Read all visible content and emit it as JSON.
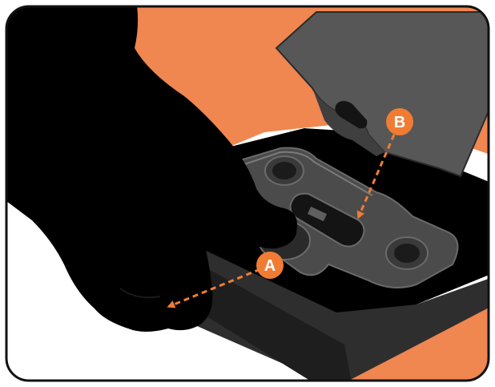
{
  "illustration": {
    "colors": {
      "background": "#ffffff",
      "orange": "#f08650",
      "black": "#000000",
      "dark_gray": "#3b3b3b",
      "mid_gray": "#4a4a4a",
      "light_gray": "#5f5f5f",
      "slot": "#141414",
      "callout": "#f07c34",
      "border": "#111111"
    },
    "callouts": [
      {
        "id": "A",
        "label": "A"
      },
      {
        "id": "B",
        "label": "B"
      }
    ],
    "icons": [
      "hand-silhouette",
      "dashed-arrow"
    ]
  }
}
